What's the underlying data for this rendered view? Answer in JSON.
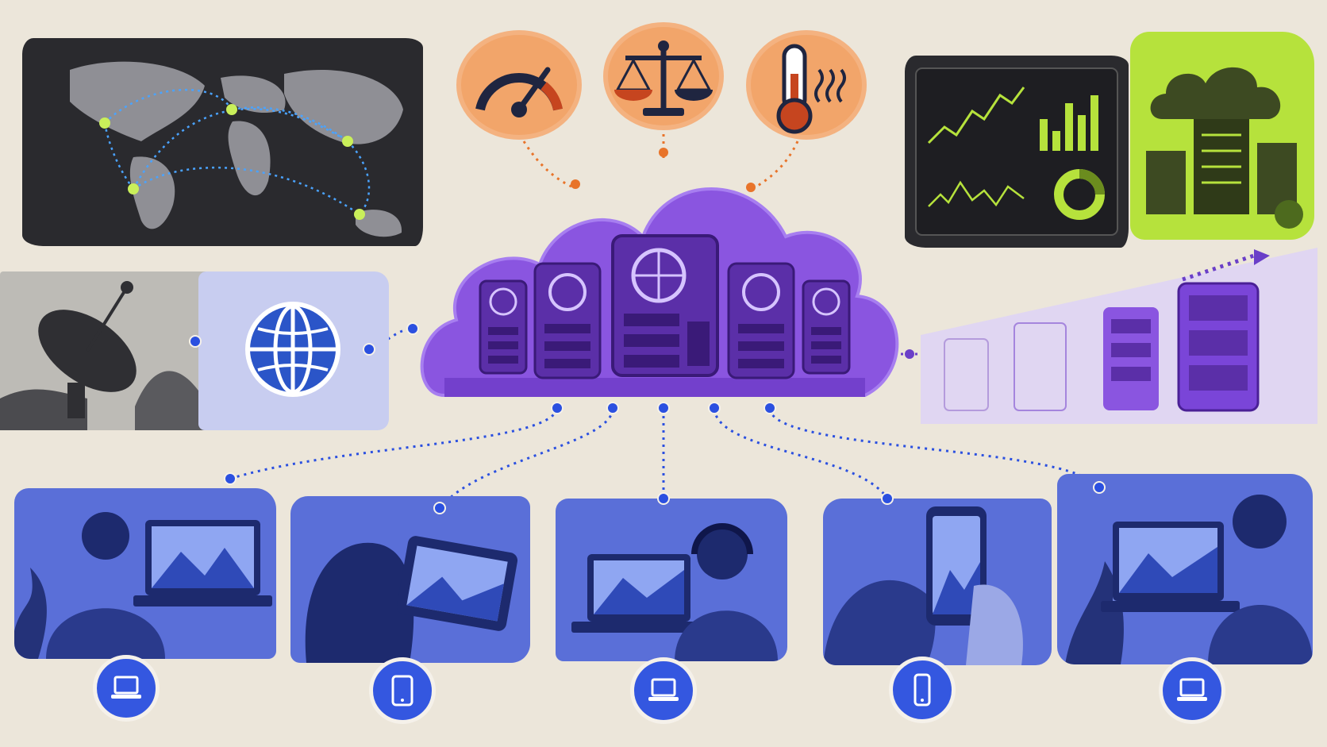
{
  "colors": {
    "background": "#ece6da",
    "cloud": "#8a55e0",
    "server": "#5b2fa8",
    "link_blue": "#2b50e0",
    "link_orange": "#e8742a",
    "metric_bubble": "#f2a56a",
    "analytics_green": "#b6e23c",
    "scene_blue": "#5a6fd8"
  },
  "icons": {
    "metrics": [
      "speedometer-icon",
      "balance-scale-icon",
      "thermometer-icon"
    ],
    "network": [
      "satellite-dish-icon",
      "globe-icon"
    ],
    "devices": [
      "laptop-icon",
      "tablet-icon",
      "laptop-icon",
      "smartphone-icon",
      "laptop-icon"
    ]
  },
  "clients": [
    {
      "device": "laptop"
    },
    {
      "device": "tablet"
    },
    {
      "device": "laptop"
    },
    {
      "device": "smartphone"
    },
    {
      "device": "laptop"
    }
  ]
}
